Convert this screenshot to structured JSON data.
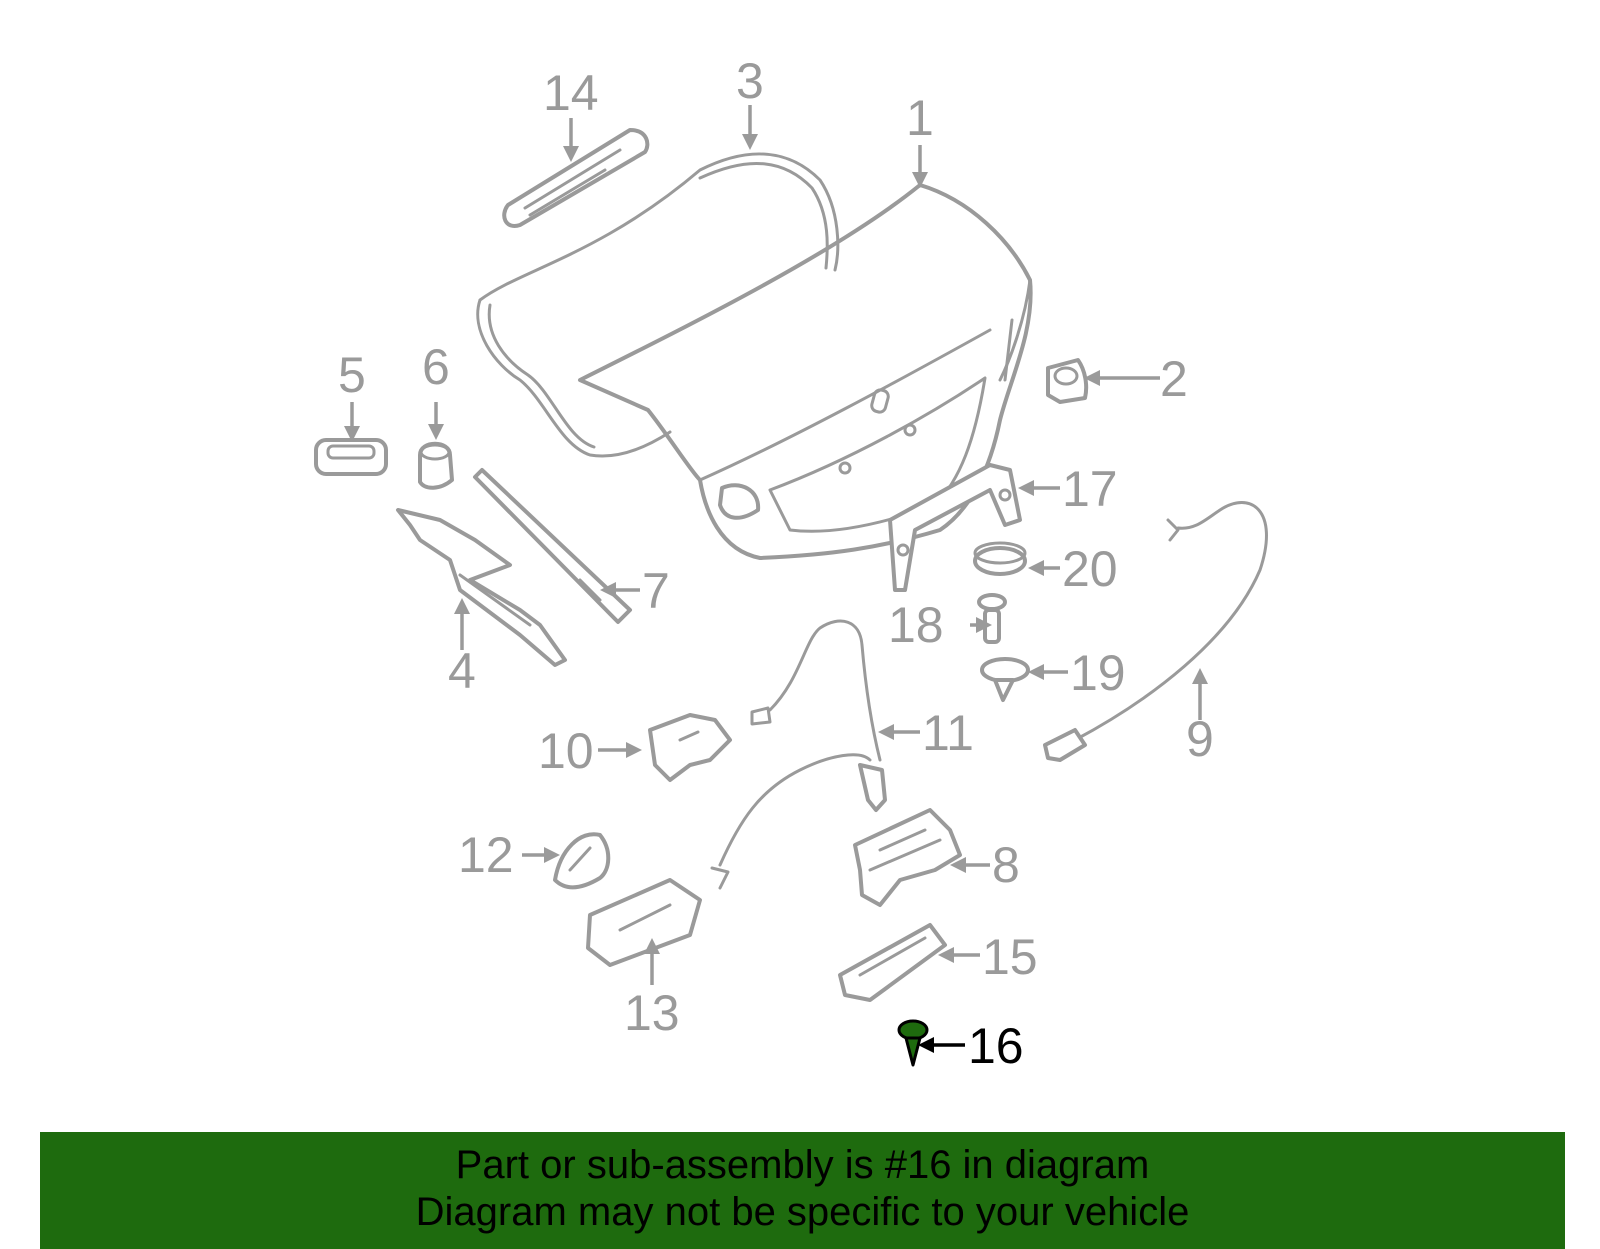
{
  "callouts": {
    "c1": "1",
    "c2": "2",
    "c3": "3",
    "c4": "4",
    "c5": "5",
    "c6": "6",
    "c7": "7",
    "c8": "8",
    "c9": "9",
    "c10": "10",
    "c11": "11",
    "c12": "12",
    "c13": "13",
    "c14": "14",
    "c15": "15",
    "c16": "16",
    "c17": "17",
    "c18": "18",
    "c19": "19",
    "c20": "20"
  },
  "highlight": {
    "part_number": "16",
    "color": "#1e6b0e"
  },
  "colors": {
    "part_stroke": "#9a9a9a",
    "banner": "#1e6b0e"
  },
  "banner": {
    "line1": "Part or sub-assembly is #16 in diagram",
    "line2": "Diagram may not be specific to your vehicle"
  }
}
